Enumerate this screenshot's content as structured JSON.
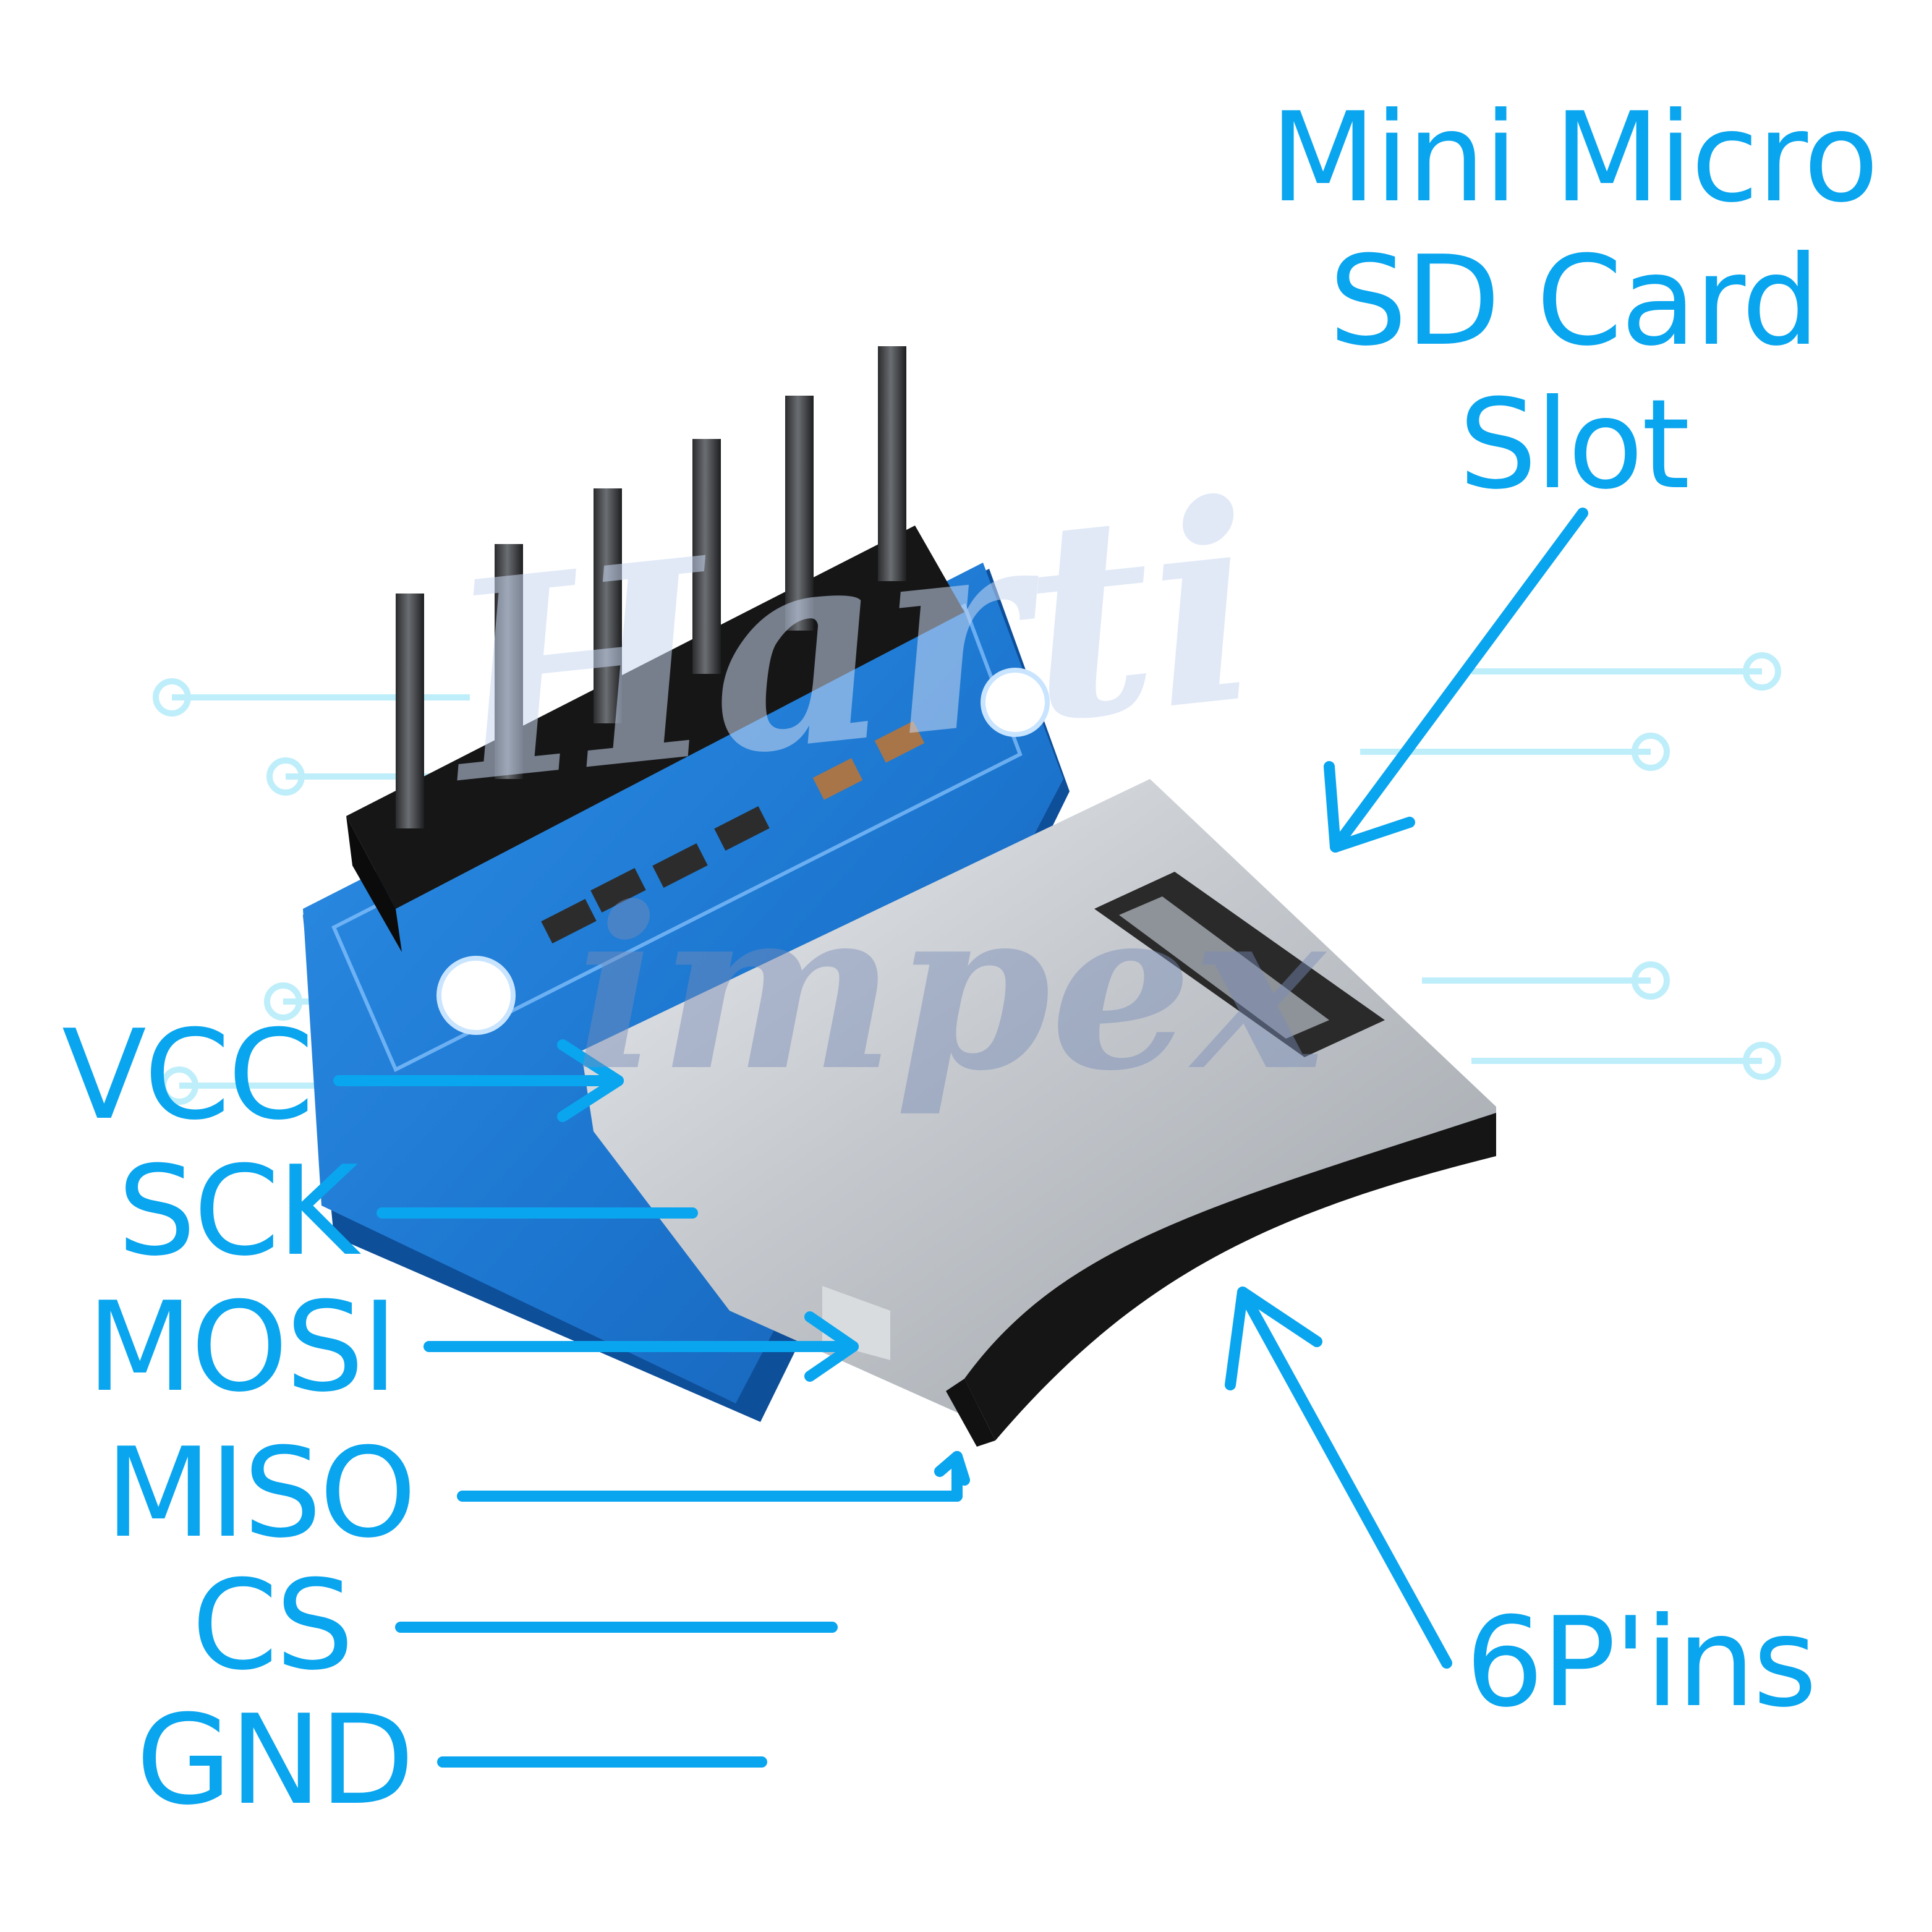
{
  "title": {
    "line1": "Mini Micro",
    "line2": "SD Card",
    "line3": "Slot"
  },
  "pins": [
    {
      "label": "VCC"
    },
    {
      "label": "SCK"
    },
    {
      "label": "MOSI"
    },
    {
      "label": "MISO"
    },
    {
      "label": "CS"
    },
    {
      "label": "GND"
    }
  ],
  "pin_count_label": "6P'ins",
  "watermark": {
    "line1": "Harti",
    "line2": "impex"
  },
  "colors": {
    "accent": "#0aa5ef",
    "pcb": "#1f7fd8",
    "pcb_light": "#3fa6f2",
    "metal": "#cfd2d6",
    "header": "#1a1a1a"
  }
}
